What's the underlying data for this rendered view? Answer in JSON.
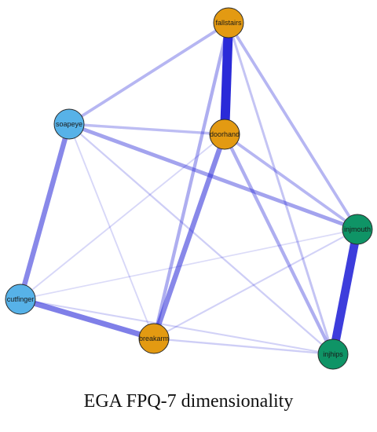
{
  "caption": "EGA FPQ-7 dimensionality",
  "colors": {
    "edge": "#2a2ad8",
    "community_orange": "#e39a12",
    "community_blue": "#57b2e8",
    "community_green": "#0f9466",
    "node_stroke": "#2b2b2b"
  },
  "nodes": [
    {
      "id": "fallstairs",
      "label": "fallstairs",
      "community": "orange"
    },
    {
      "id": "soapeye",
      "label": "soapeye",
      "community": "blue"
    },
    {
      "id": "doorhand",
      "label": "doorhand",
      "community": "orange"
    },
    {
      "id": "injmouth",
      "label": "injmouth",
      "community": "green"
    },
    {
      "id": "cutfinger",
      "label": "cutfinger",
      "community": "blue"
    },
    {
      "id": "breakarm",
      "label": "breakarm",
      "community": "orange"
    },
    {
      "id": "injhips",
      "label": "injhips",
      "community": "green"
    }
  ],
  "edges": [
    {
      "source": "fallstairs",
      "target": "doorhand",
      "weight": 1.0
    },
    {
      "source": "injmouth",
      "target": "injhips",
      "weight": 0.9
    },
    {
      "source": "cutfinger",
      "target": "breakarm",
      "weight": 0.55
    },
    {
      "source": "soapeye",
      "target": "cutfinger",
      "weight": 0.5
    },
    {
      "source": "doorhand",
      "target": "breakarm",
      "weight": 0.5
    },
    {
      "source": "soapeye",
      "target": "injmouth",
      "weight": 0.35
    },
    {
      "source": "fallstairs",
      "target": "breakarm",
      "weight": 0.3
    },
    {
      "source": "fallstairs",
      "target": "soapeye",
      "weight": 0.25
    },
    {
      "source": "fallstairs",
      "target": "injmouth",
      "weight": 0.25
    },
    {
      "source": "doorhand",
      "target": "injmouth",
      "weight": 0.25
    },
    {
      "source": "doorhand",
      "target": "injhips",
      "weight": 0.3
    },
    {
      "source": "soapeye",
      "target": "doorhand",
      "weight": 0.22
    },
    {
      "source": "fallstairs",
      "target": "injhips",
      "weight": 0.18
    },
    {
      "source": "soapeye",
      "target": "injhips",
      "weight": 0.12
    },
    {
      "source": "cutfinger",
      "target": "injhips",
      "weight": 0.1
    },
    {
      "source": "breakarm",
      "target": "injhips",
      "weight": 0.12
    },
    {
      "source": "breakarm",
      "target": "injmouth",
      "weight": 0.1
    },
    {
      "source": "cutfinger",
      "target": "doorhand",
      "weight": 0.08
    },
    {
      "source": "soapeye",
      "target": "breakarm",
      "weight": 0.08
    },
    {
      "source": "cutfinger",
      "target": "injmouth",
      "weight": 0.06
    }
  ]
}
